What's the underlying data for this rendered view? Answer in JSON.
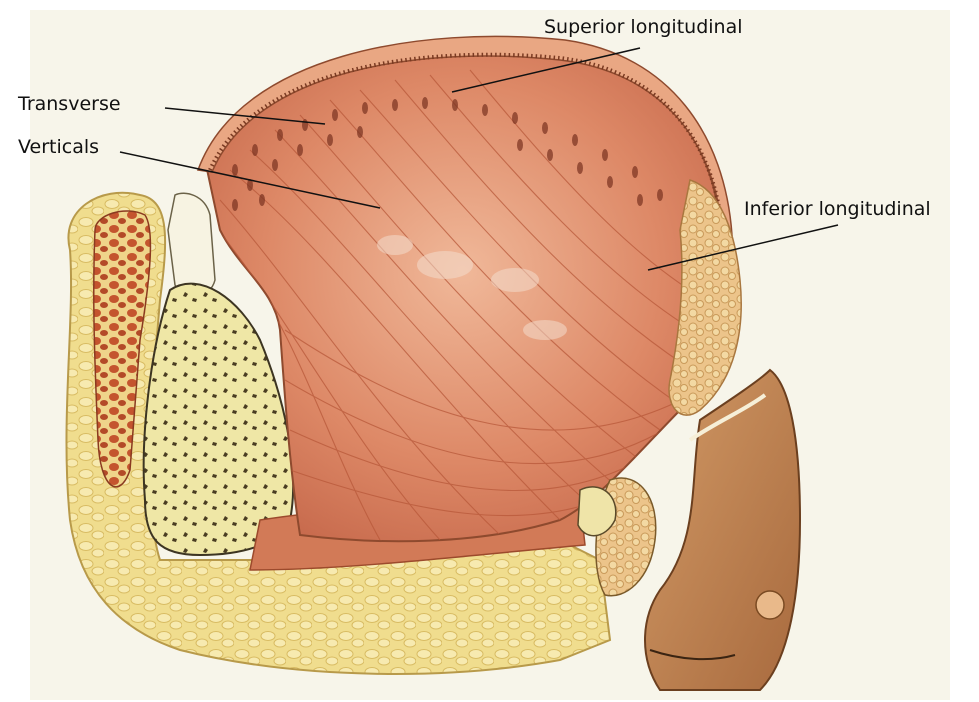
{
  "labels": {
    "superior_longitudinal": "Superior longitudinal",
    "transverse": "Transverse",
    "verticals": "Verticals",
    "inferior_longitudinal": "Inferior longitudinal"
  },
  "colors": {
    "muscle": "#d9805f",
    "muscle_dark": "#b85a3c",
    "fat": "#efdc8c",
    "bone": "#efe7a6",
    "skin": "#e7b07a"
  }
}
